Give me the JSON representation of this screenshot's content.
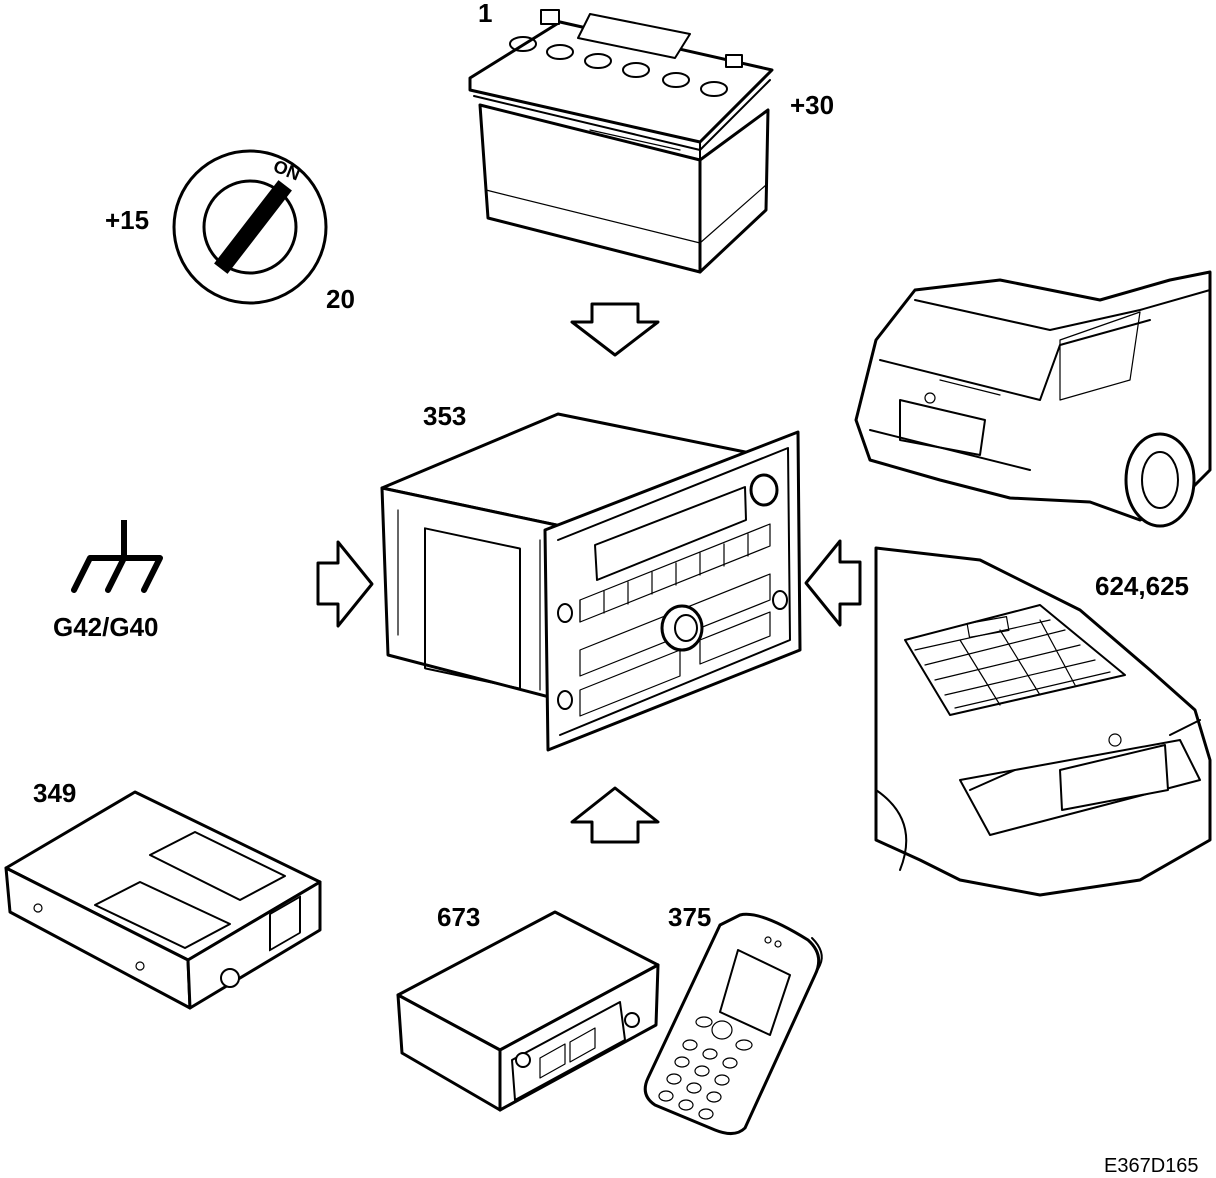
{
  "labels": {
    "battery_number": "1",
    "battery_terminal": "+30",
    "ignition_terminal": "+15",
    "ignition_number": "20",
    "ignition_on_text": "ON",
    "radio_number": "353",
    "ground_code": "G42/G40",
    "car_numbers": "624,625",
    "module_349": "349",
    "module_673": "673",
    "phone_number": "375",
    "figure_code": "E367D165"
  }
}
